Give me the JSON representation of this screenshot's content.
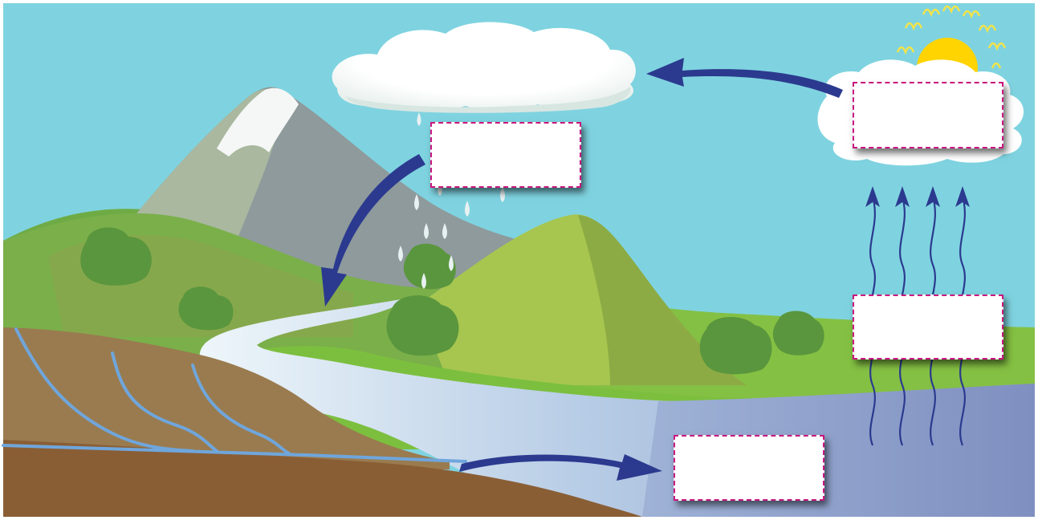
{
  "diagram": {
    "type": "water-cycle",
    "colors": {
      "sky": "#7fd3e0",
      "arrow": "#2b3a8f",
      "label_border": "#c8177f",
      "water": "#8da2c8",
      "soil_top": "#9a7b4f",
      "soil_bottom": "#8a5e35",
      "sun": "#ffd400"
    },
    "icons": [
      "sun-icon",
      "cloud-icon",
      "raindrop-icon",
      "tree-icon",
      "mountain-icon",
      "arrow-icon",
      "wavy-arrow-icon"
    ],
    "label_boxes": [
      {
        "id": "condensation",
        "text": ""
      },
      {
        "id": "cloud",
        "text": ""
      },
      {
        "id": "evaporation",
        "text": ""
      },
      {
        "id": "collection",
        "text": ""
      }
    ]
  }
}
